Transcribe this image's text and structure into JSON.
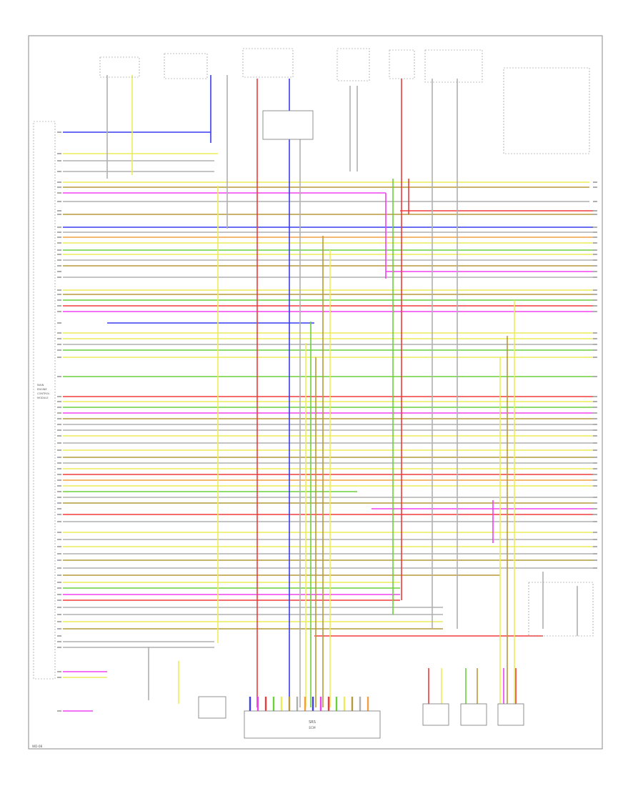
{
  "ecm": {
    "label_line1": "MAIN",
    "label_line2": "ENGINE",
    "label_line3": "CONTROL",
    "label_line4": "MODULE"
  },
  "modules": {
    "srs": "SRS",
    "ecm_bottom": "ECM",
    "reference": "WD-08"
  },
  "colors": {
    "blue": "#3a3cf0",
    "pink": "#f040f0",
    "red": "#f03b3b",
    "green": "#6ad13c",
    "yellow": "#ecec5a",
    "olive": "#b79a3a",
    "gray": "#b0b0b0",
    "orange": "#f0a040",
    "frame": "#8a8a8a"
  }
}
